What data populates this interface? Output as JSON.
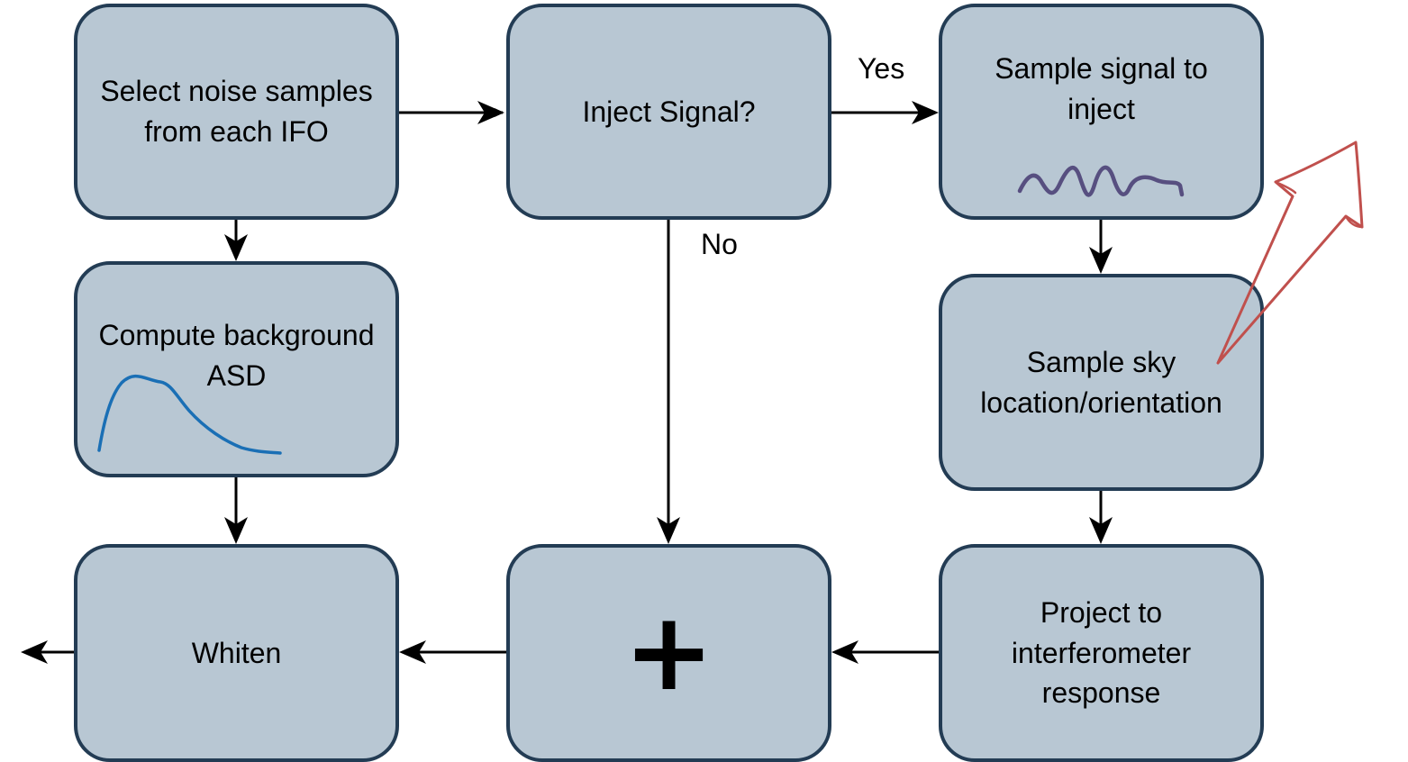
{
  "boxes": {
    "select_noise": "Select noise samples\nfrom each IFO",
    "inject_signal": "Inject Signal?",
    "sample_signal": "Sample signal to\ninject",
    "compute_asd": "Compute background\nASD",
    "sample_sky": "Sample sky\nlocation/orientation",
    "whiten": "Whiten",
    "add": "+",
    "project": "Project to\ninterferometer\nresponse"
  },
  "edge_labels": {
    "yes": "Yes",
    "no": "No"
  },
  "colors": {
    "box_fill": "#b8c7d3",
    "box_border": "#233c54",
    "arrow": "#000000",
    "signal_squiggle": "#574f80",
    "asd_curve": "#1a6fb5",
    "red_arrow": "#c0504d"
  },
  "icons": {
    "signal_waveform": "squiggle-waveform-icon",
    "asd_curve": "asd-curve-icon",
    "hand_drawn_arrow": "hand-drawn-arrow-icon"
  }
}
